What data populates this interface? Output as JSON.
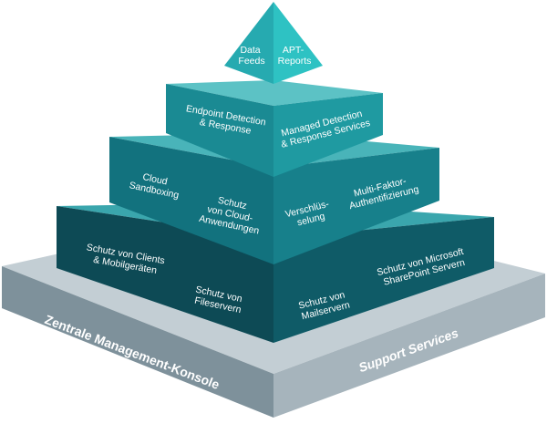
{
  "colors": {
    "base_top": "#c3ced4",
    "base_left": "#7e919b",
    "base_right": "#a6b4bc",
    "tier4_left": "#0d4a55",
    "tier4_right": "#0f5b67",
    "tier3_left": "#12727e",
    "tier3_right": "#17808b",
    "tier2_left": "#1a8a93",
    "tier2_right": "#1f9aa1",
    "tier1_left": "#26aab0",
    "tier1_right": "#2ec2c3"
  },
  "base": {
    "left_label": "Zentrale Management-Konsole",
    "right_label": "Support Services"
  },
  "tier1": {
    "left": [
      "Data",
      "Feeds"
    ],
    "right": [
      "APT-",
      "Reports"
    ]
  },
  "tier2": {
    "left": [
      "Endpoint Detection",
      "& Response"
    ],
    "right": [
      "Managed Detection",
      "& Response Services"
    ]
  },
  "tier3": {
    "left_a": [
      "Cloud",
      "Sandboxing"
    ],
    "left_b": [
      "Schutz",
      "von Cloud-",
      "Anwendungen"
    ],
    "right_a": [
      "Verschlüs-",
      "selung"
    ],
    "right_b": [
      "Multi-Faktor-",
      "Authentifizierung"
    ]
  },
  "tier4": {
    "left_a": [
      "Schutz von Clients",
      "& Mobilgeräten"
    ],
    "left_b": [
      "Schutz von",
      "Fileservern"
    ],
    "right_a": [
      "Schutz von",
      "Mailservern"
    ],
    "right_b": [
      "Schutz von Microsoft",
      "SharePoint Servern"
    ]
  }
}
